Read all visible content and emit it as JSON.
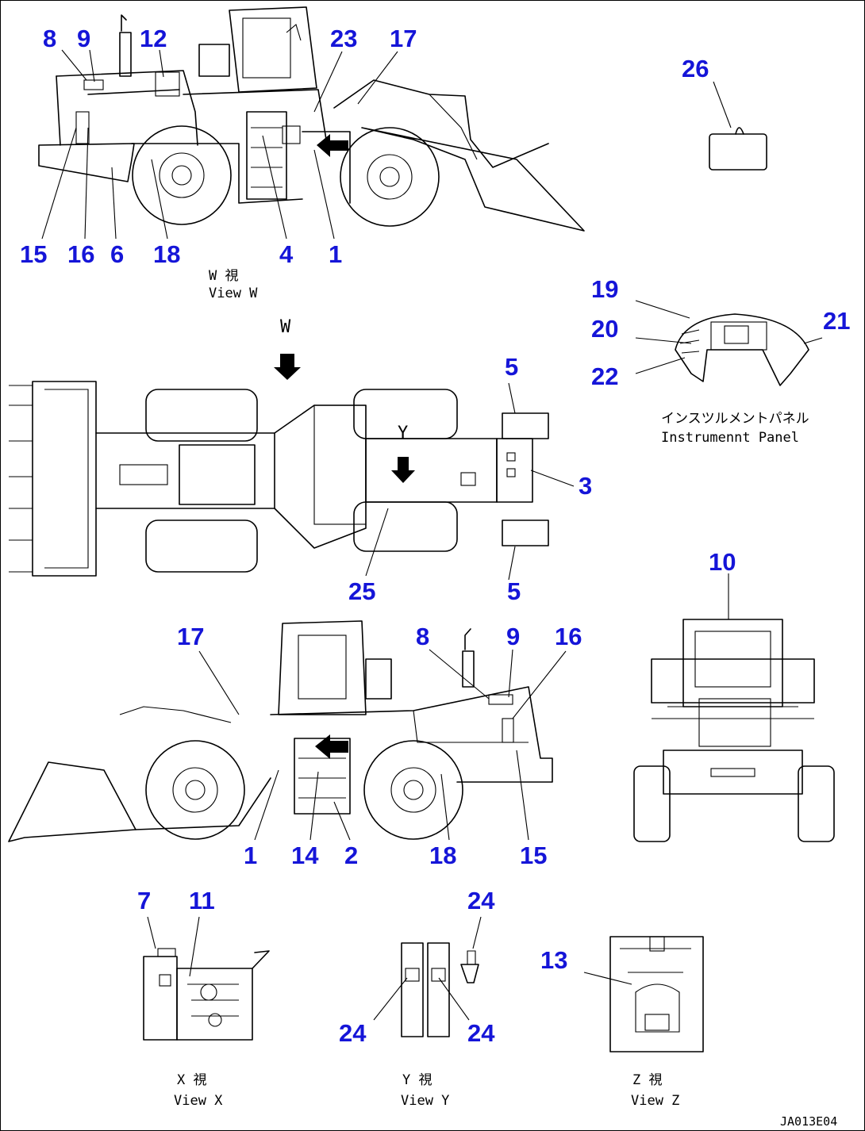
{
  "diagram": {
    "callouts": {
      "w8": "8",
      "w9": "9",
      "w12": "12",
      "w23": "23",
      "w17": "17",
      "w15": "15",
      "w16": "16",
      "w6": "6",
      "w18": "18",
      "w4": "4",
      "w1": "1",
      "c26": "26",
      "p19": "19",
      "p20": "20",
      "p21": "21",
      "p22": "22",
      "t5a": "5",
      "t3": "3",
      "t25": "25",
      "t5b": "5",
      "f10": "10",
      "s17": "17",
      "s8": "8",
      "s9": "9",
      "s16": "16",
      "s1": "1",
      "s14": "14",
      "s2": "2",
      "s18": "18",
      "s15": "15",
      "x7": "7",
      "x11": "11",
      "y24a": "24",
      "y24b": "24",
      "y24c": "24",
      "z13": "13"
    },
    "captions": {
      "view_w_jp": "W 視",
      "view_w_en": "View W",
      "arrow_w": "W",
      "arrow_y": "Y",
      "panel_jp": "インスツルメントパネル",
      "panel_en": "Instrumennt Panel",
      "view_x_jp": "X 視",
      "view_x_en": "View X",
      "view_y_jp": "Y 視",
      "view_y_en": "View Y",
      "view_z_jp": "Z 視",
      "view_z_en": "View Z",
      "drawing_no": "JA013E04"
    }
  }
}
